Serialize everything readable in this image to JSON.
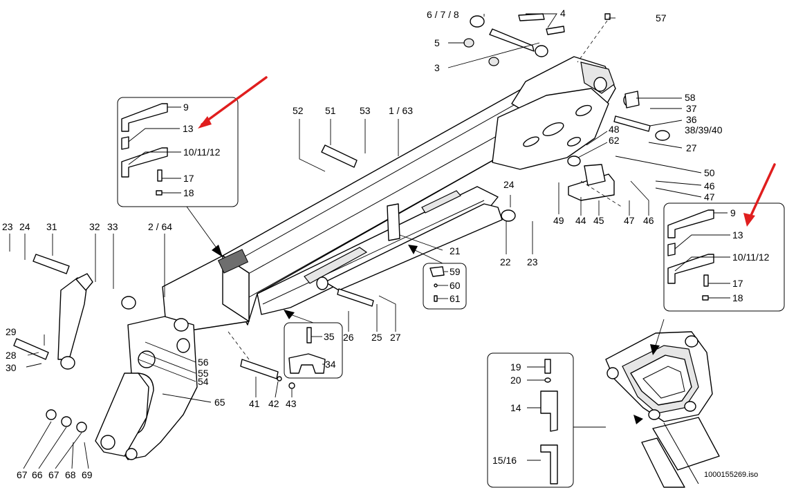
{
  "drawing_id": "1000155269.iso",
  "labels": {
    "l_678": "6 / 7 / 8",
    "l_4": "4",
    "l_57": "57",
    "l_5": "5",
    "l_3": "3",
    "l_52": "52",
    "l_51": "51",
    "l_53": "53",
    "l_1_63": "1 / 63",
    "l_58": "58",
    "l_37": "37",
    "l_36": "36",
    "l_38_40": "38/39/40",
    "l_27a": "27",
    "l_48": "48",
    "l_62": "62",
    "l_50": "50",
    "l_46a": "46",
    "l_47a": "47",
    "l_24b": "24",
    "l_49": "49",
    "l_44": "44",
    "l_45": "45",
    "l_47b": "47",
    "l_46b": "46",
    "l_22": "22",
    "l_23b": "23",
    "l_21": "21",
    "l_59": "59",
    "l_60": "60",
    "l_61": "61",
    "l_26": "26",
    "l_25": "25",
    "l_27b": "27",
    "l_23a": "23",
    "l_24a": "24",
    "l_31": "31",
    "l_32": "32",
    "l_33": "33",
    "l_2_64": "2 / 64",
    "l_29": "29",
    "l_28": "28",
    "l_30": "30",
    "l_56": "56",
    "l_55": "55",
    "l_54": "54",
    "l_65": "65",
    "l_35": "35",
    "l_34": "34",
    "l_41": "41",
    "l_42": "42",
    "l_43": "43",
    "l_67a": "67",
    "l_66": "66",
    "l_67b": "67",
    "l_68": "68",
    "l_69": "69",
    "boxL_9": "9",
    "boxL_13": "13",
    "boxL_10": "10/11/12",
    "boxL_17": "17",
    "boxL_18": "18",
    "boxR_9": "9",
    "boxR_13": "13",
    "boxR_10": "10/11/12",
    "boxR_17": "17",
    "boxR_18": "18",
    "boxB_19": "19",
    "boxB_20": "20",
    "boxB_14": "14",
    "boxB_15": "15/16"
  },
  "colors": {
    "arrow": "#e01e1e",
    "ink": "#000000"
  }
}
